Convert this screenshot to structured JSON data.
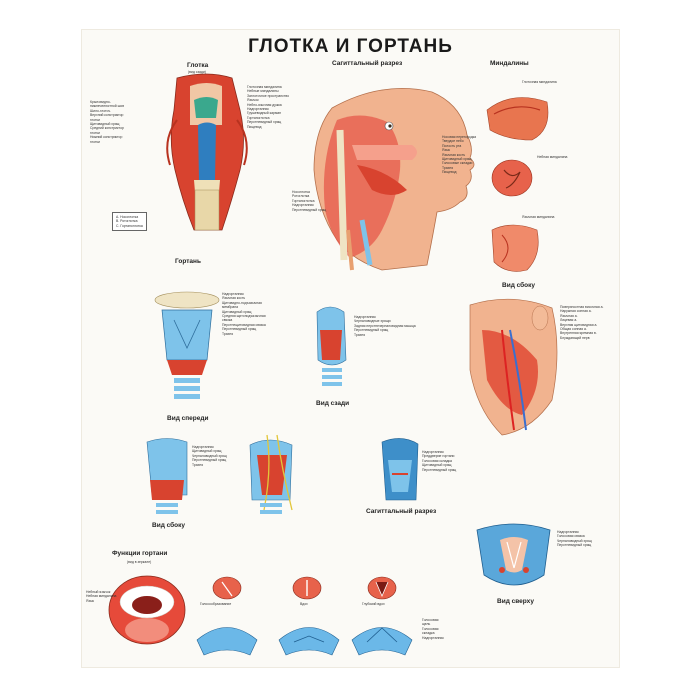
{
  "title": "ГЛОТКА И ГОРТАНЬ",
  "sections": {
    "pharynx_back": "Глотка",
    "pharynx_back_sub": "(вид сзади)",
    "sagittal": "Сагиттальный разрез",
    "tonsils": "Миндалины",
    "larynx": "Гортань",
    "side_view": "Вид сбоку",
    "front_view": "Вид спереди",
    "back_view": "Вид сзади",
    "larynx_side_view": "Вид сбоку",
    "sagittal_larynx": "Сагиттальный разрез",
    "functions": "Функции гортани",
    "functions_sub": "(вид в зеркале)",
    "phonation": "Голосообразование",
    "inhale": "Вдох",
    "deep_inhale": "Глубокий вдох",
    "top_view": "Вид сверху",
    "pharyngeal_tonsil": "Глоточная миндалина",
    "palatine_tonsil": "Небная миндалина",
    "lingual_tonsil": "Язычная миндалина"
  },
  "legend": [
    "A. Носоглотка",
    "B. Ротоглотка",
    "C. Гортаноглотка"
  ],
  "labels": {
    "pharynx_left": "Крыловидно-\nнижнечелюстной шов\nШило-глоточ.\nВерхний констриктор\nглотки\nЩитовидный хрящ\nСредний констриктор\nглотки\nНижний констриктор\nглотки",
    "pharynx_right": "Глоточная миндалина\nНебные миндалины\nЗаглоточное пространство\nЯзычок\nНебно-язычная дужка\nНадгортанник\nГрушевидный карман\nГортаноглотка\nПерстневидный хрящ\nПищевод",
    "sagittal_right": "Носовая перегородка\nТвердое небо\nПолость рта\nЯзык\nЯзычная кость\nЩитовидный хрящ\nГолосовые складки\nТрахея\nПищевод",
    "sagittal_left": "Носоглотка\nРотоглотка\nГортаноглотка\nНадгортанник\nПерстневидный хрящ",
    "larynx_front": "Надгортанник\nЯзычная кость\nЩитовидно-подъязычная\nмембрана\nЩитовидный хрящ\nСредняя щитоподъязычная\nсвязка\nПерстнещитовидная связка\nПерстневидный хрящ\nТрахея",
    "larynx_back": "Надгортанник\nЧерпаловидные хрящи\nЗадняя перстнечерпаловидная мышца\nПерстневидный хрящ\nТрахея",
    "side_right": "Поверхностная височная а.\nНаружная сонная а.\nЯзычная а.\nЛицевая а.\nВерхняя щитовидная а.\nОбщая сонная а.\nВнутренняя яремная в.\nБлуждающий нерв",
    "larynx_side": "Надгортанник\nЩитовидный хрящ\nЧерпаловидный хрящ\nПерстневидный хрящ\nТрахея",
    "sag_larynx": "Надгортанник\nПреддверие гортани\nГолосовая складка\nЩитовидный хрящ\nПерстневидный хрящ",
    "top_labels": "Надгортанник\nГолосовая связка\nЧерпаловидный хрящ\nПерстневидный хрящ",
    "glottis_labels": "Голосовая\nщель\nГолосовая\nскладка\nНадгортанник",
    "tongue_labels": "Небный язычок\nНебная миндалина\nЯзык"
  },
  "colors": {
    "muscle": "#d8432f",
    "muscle_light": "#ee8a6a",
    "cartilage": "#7ec3ea",
    "cartilage_dark": "#3e8fc9",
    "skin": "#f1b38f",
    "bone": "#efe4c4",
    "nerve": "#e2c63a"
  }
}
